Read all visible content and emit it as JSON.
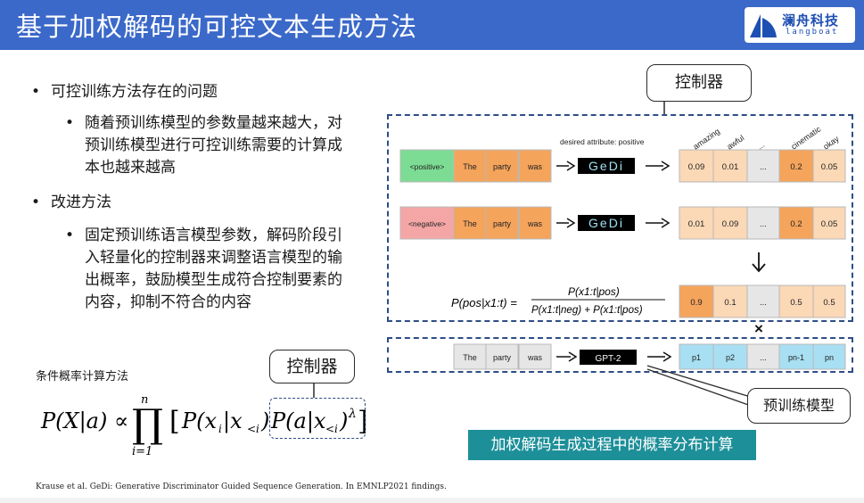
{
  "header": {
    "title": "基于加权解码的可控文本生成方法",
    "logo_cn": "澜舟科技",
    "logo_en": "langboat"
  },
  "bullets": {
    "b1": "可控训练方法存在的问题",
    "b1a": "随着预训练模型的参数量越来越大，对预训练模型进行可控训练需要的计算成本也越来越高",
    "b2": "改进方法",
    "b2a": "固定预训练语言模型参数，解码阶段引入轻量化的控制器来调整语言模型的输出概率，鼓励模型生成符合控制要素的内容，抑制不符合的内容"
  },
  "formula": {
    "label": "条件概率计算方法"
  },
  "callouts": {
    "controller_top": "控制器",
    "controller_left": "控制器",
    "pretrained": "预训练模型"
  },
  "diagram": {
    "desired_attribute": "desired attribute: positive",
    "rows": {
      "positive": {
        "tag": "<positive>",
        "tokens": [
          "The",
          "party",
          "was"
        ],
        "probs": [
          "0.09",
          "0.01",
          "...",
          "0.2",
          "0.05"
        ]
      },
      "negative": {
        "tag": "<negative>",
        "tokens": [
          "The",
          "party",
          "was"
        ],
        "probs": [
          "0.01",
          "0.09",
          "...",
          "0.2",
          "0.05"
        ]
      },
      "combined": {
        "probs": [
          "0.9",
          "0.1",
          "...",
          "0.5",
          "0.5"
        ]
      },
      "lm": {
        "tokens": [
          "The",
          "party",
          "was"
        ],
        "model": "GPT-2"
      }
    },
    "vocab": [
      "amazing",
      "awful",
      "...",
      "cinematic",
      "okay"
    ],
    "gedi_label": "GeDi",
    "times": "×",
    "ellipsis": "..."
  },
  "caption": "加权解码生成过程中的概率分布计算",
  "footer": "Krause et al. GeDi: Generative Discriminator Guided Sequence Generation. In EMNLP2021 findings.",
  "colors": {
    "header_blue": "#3b69c9",
    "token_orange": "#f5a45c",
    "prob_peach": "#fbd8b6",
    "lm_blue": "#a8dff2",
    "caption_teal": "#1d8f99",
    "positive_green": "#7ddc93",
    "negative_pink": "#f4a6a6"
  }
}
